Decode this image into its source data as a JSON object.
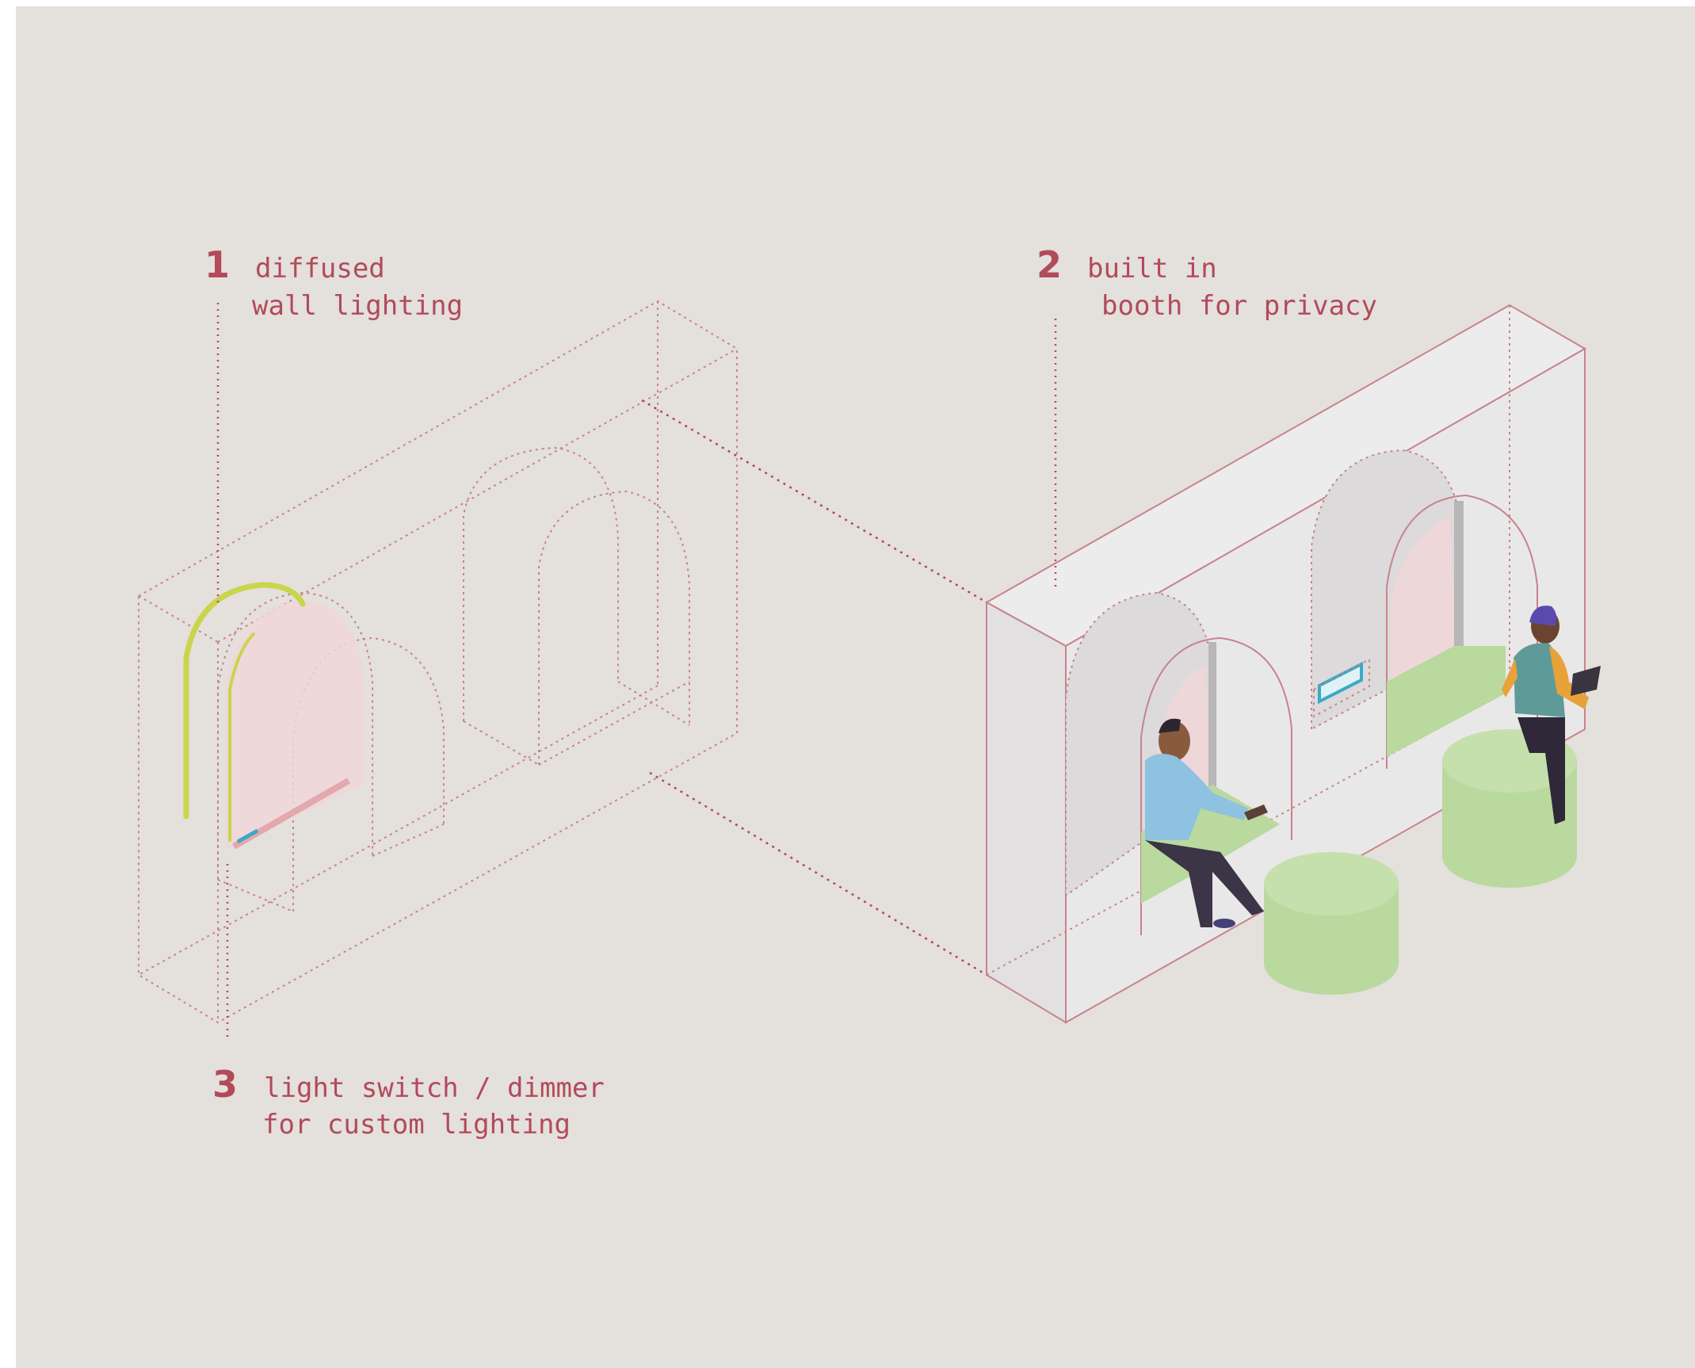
{
  "colors": {
    "background": "#e4e0dc",
    "accent": "#b24a5a",
    "wall_fill": "#e8e6e6",
    "cushion_green": "#b9d99e",
    "glow_pink": "#f0d6d8",
    "light_strip": "#c9d54a",
    "person_blue": "#8fc1e0",
    "person_teal": "#5e9b98",
    "person_orange": "#e8a23a",
    "switch_cyan": "#3aa9c4"
  },
  "annotations": [
    {
      "number": "1",
      "line1": "diffused",
      "line2": "wall lighting"
    },
    {
      "number": "2",
      "line1": "built in",
      "line2": "booth for privacy"
    },
    {
      "number": "3",
      "line1": "light switch / dimmer",
      "line2": "for custom lighting"
    }
  ]
}
